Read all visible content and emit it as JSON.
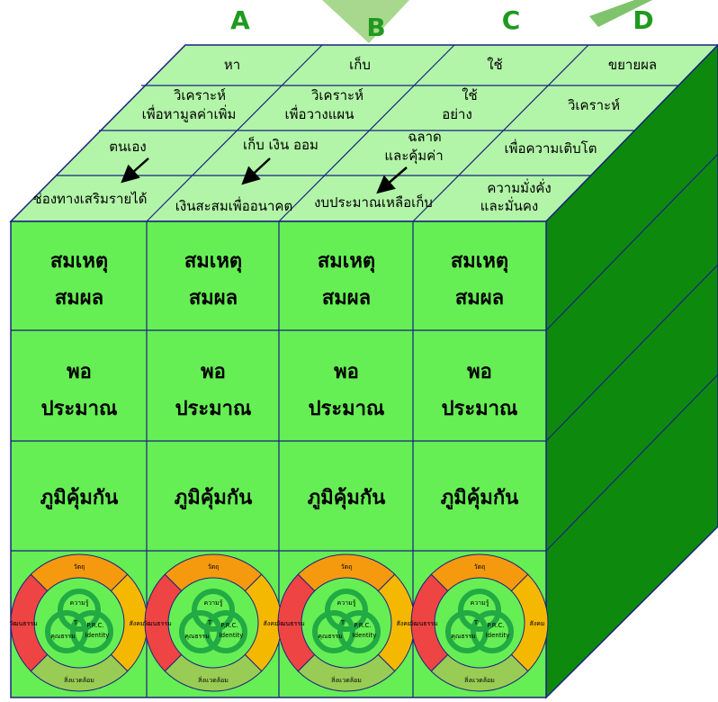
{
  "columns": [
    "A",
    "B",
    "C",
    "D"
  ],
  "top_face": {
    "row1": [
      "หา",
      "เก็บ",
      "ใช้",
      "ขยายผล"
    ],
    "row2": [
      [
        "วิเคราะห์",
        "เพื่อหามูลค่าเพิ่ม"
      ],
      [
        "วิเคราะห์",
        "เพื่อวางแผน"
      ],
      [
        "ใช้",
        "อย่าง"
      ],
      [
        "วิเคราะห์"
      ]
    ],
    "row3": [
      [
        "ตนเอง"
      ],
      [
        "เก็บ เงิน ออม"
      ],
      [
        "ฉลาด",
        "และคุ้มค่า"
      ],
      [
        "เพื่อความเติบโต"
      ]
    ],
    "row4": [
      [
        "ช่องทางเสริมรายได้"
      ],
      [
        "เงินสะสมเพื่ออนาคต"
      ],
      [
        "งบประมาณเหลือเก็บ"
      ],
      [
        "ความมั่งคั่ง",
        "และมั่นคง"
      ]
    ]
  },
  "front_rows": [
    [
      "สมเหตุ",
      "สมผล"
    ],
    [
      "พอ",
      "ประมาณ"
    ],
    [
      "ภูมิคุ้มกัน"
    ]
  ],
  "ring_labels": {
    "top": "วัตถุ",
    "left": "วัฒนธรรม",
    "right": "สังคม",
    "bottom": "สิ่งแวดล้อม",
    "circle_top": "ความรู้",
    "circle_left": "คุณธรรม",
    "circle_right": "P.R.C.",
    "circle_center": "T",
    "circle_right_sub": "Identity"
  },
  "colors": {
    "top_face": "#b2f5a8",
    "front_face": "#66ee55",
    "side_face": "#0d8a0d",
    "edge": "#1a237e",
    "ring_top": "#f59a0e",
    "ring_left": "#ee4444",
    "ring_right": "#f5b800",
    "ring_bottom": "#99cc55",
    "inner_circles": "#22aa44"
  }
}
